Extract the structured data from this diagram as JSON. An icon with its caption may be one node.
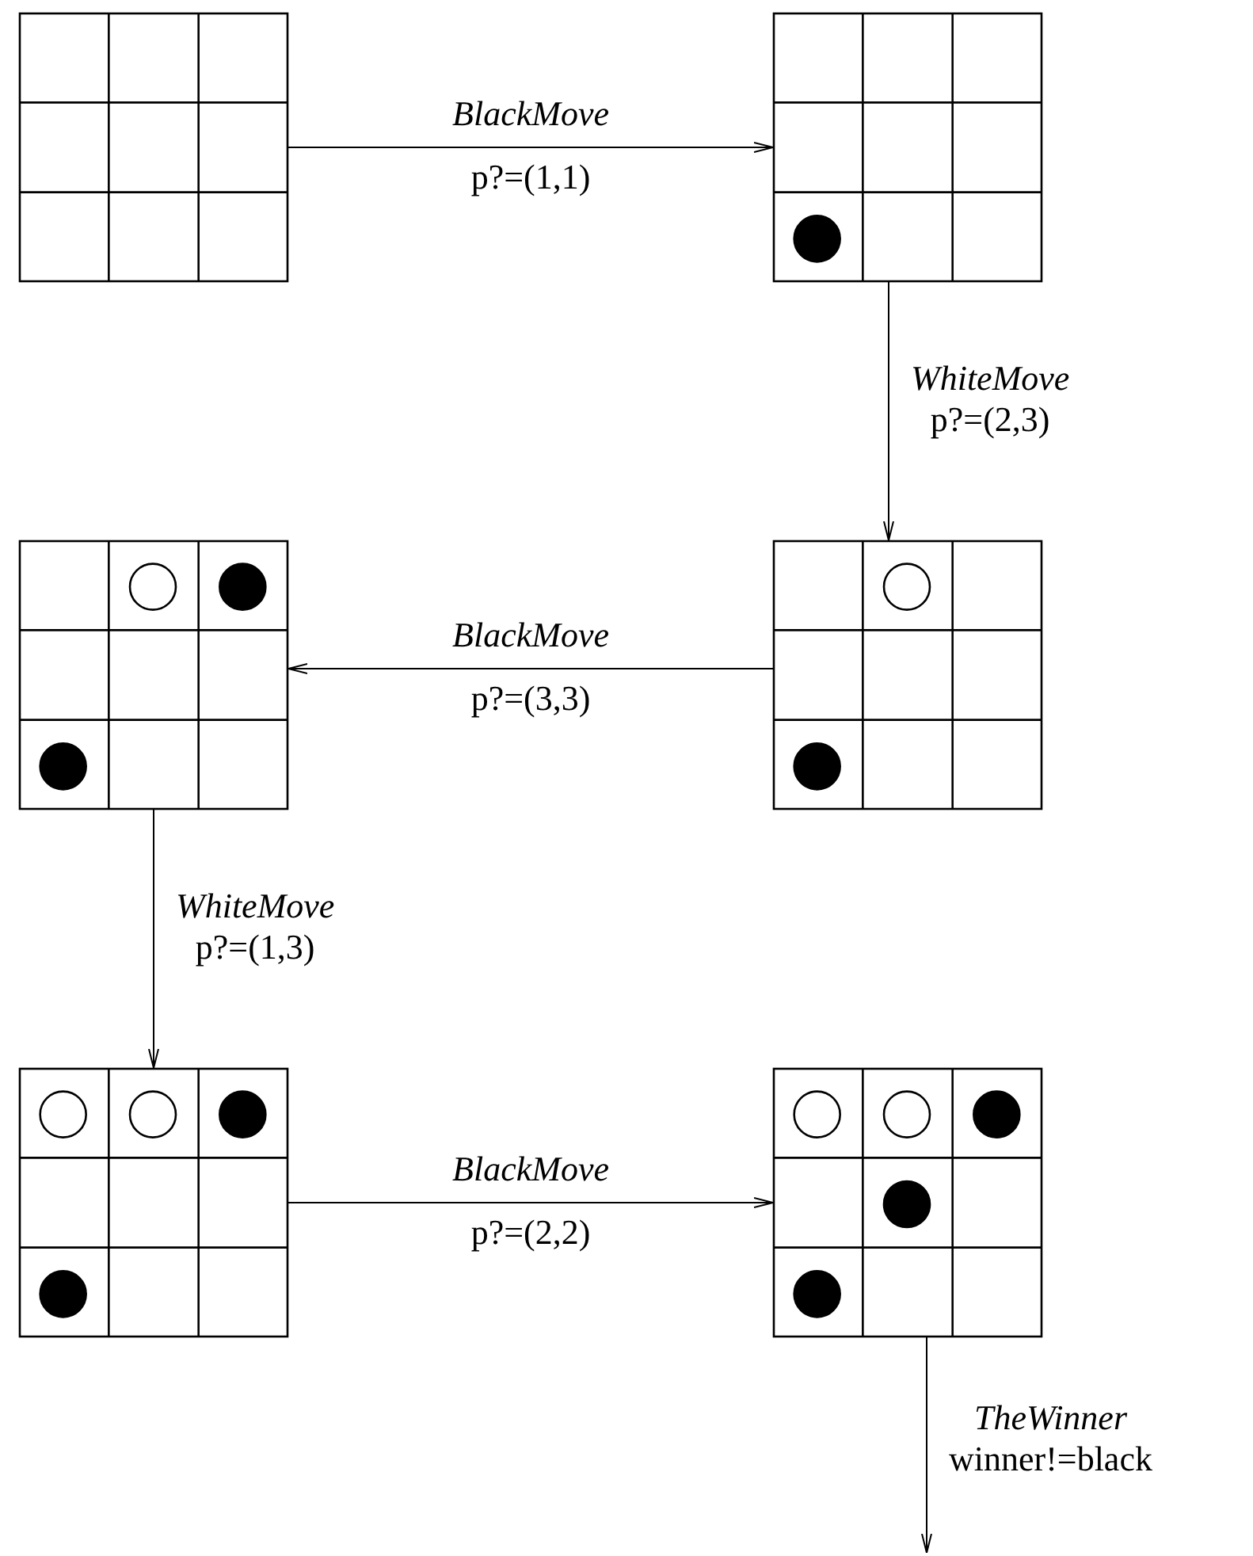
{
  "diagram": {
    "nodes": [
      {
        "text": [],
        "shape": "box"
      },
      {
        "text": [],
        "shape": "box"
      },
      {
        "text": [],
        "shape": "box"
      },
      {
        "text": [],
        "shape": "box"
      },
      {
        "text": [],
        "shape": "box"
      },
      {
        "text": [],
        "shape": "box"
      }
    ],
    "edges": [
      {
        "from": 0,
        "to": 1,
        "arrow": "to",
        "label": "*BlackMove* p?=(1,1)"
      },
      {
        "from": 1,
        "to": 3,
        "arrow": "to",
        "label": "*WhiteMove* p?=(2,3)"
      },
      {
        "from": 3,
        "to": 2,
        "arrow": "to",
        "label": "*BlackMove* p?=(3,3)"
      },
      {
        "from": 2,
        "to": 4,
        "arrow": "to",
        "label": "*WhiteMove* p?=(1,3)"
      },
      {
        "from": 4,
        "to": 5,
        "arrow": "to",
        "label": "*BlackMove* p?=(2,2)"
      },
      {
        "from": 5,
        "to": null,
        "arrow": "to",
        "label": "*TheWinner* winner!=black"
      }
    ]
  }
}
